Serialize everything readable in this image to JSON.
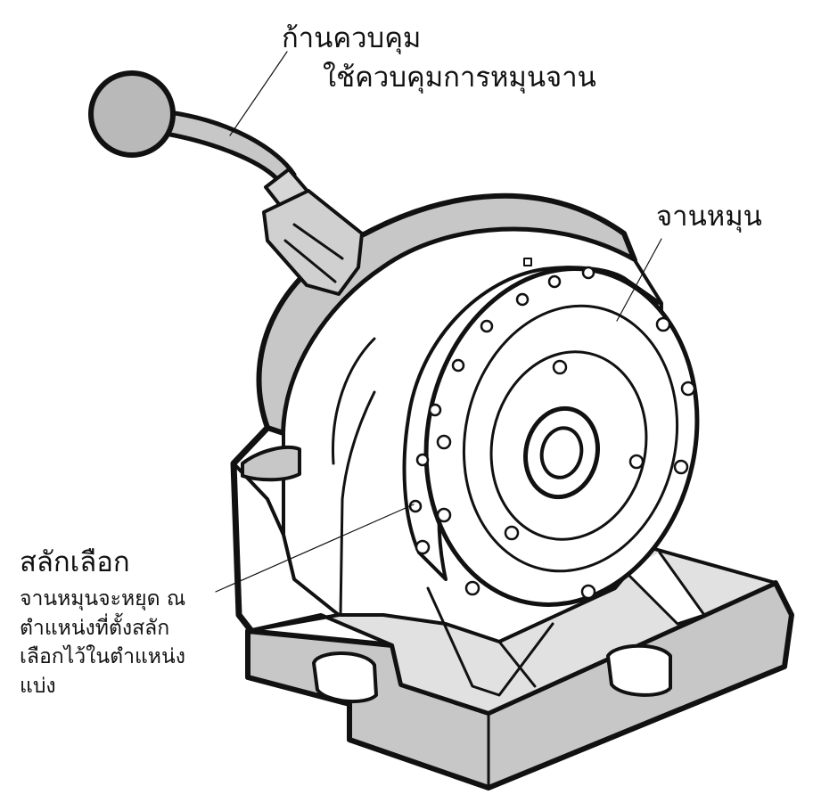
{
  "callouts": {
    "lever": {
      "title": "ก้านควบคุม",
      "description": "ใช้ควบคุมการหมุนจาน"
    },
    "disc": {
      "title": "จานหมุน"
    },
    "index_pin": {
      "title": "สลักเลือก",
      "description": "จานหมุนจะหยุด ณ\nตำแหน่งที่ตั้งสลัก\nเลือกไว้ในตำแหน่ง\nแบ่ง"
    }
  },
  "colors": {
    "outline": "#111111",
    "gray_fill": "#c7c7c7",
    "knob_fill": "#b9b9b9",
    "body_fill": "#ffffff"
  },
  "icons": [
    "rotary-indexing-table-illustration"
  ]
}
